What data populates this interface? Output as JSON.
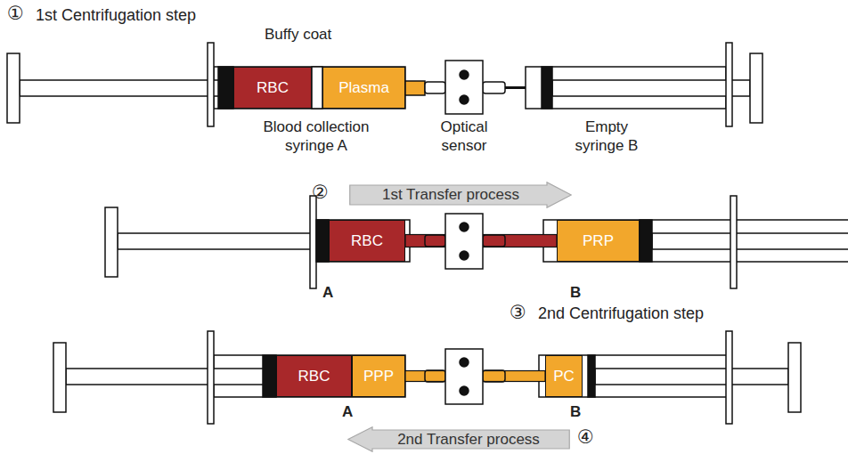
{
  "diagram": {
    "nodes": [
      {
        "text": [
          "RBC"
        ]
      },
      {
        "text": [
          "Plasma"
        ]
      },
      {
        "text": [
          "1st Transfer process"
        ]
      },
      {
        "text": [
          "RBC"
        ]
      },
      {
        "text": [
          "PRP"
        ]
      },
      {
        "text": [
          "RBC"
        ]
      },
      {
        "text": [
          "PPP"
        ]
      },
      {
        "text": [
          "PC"
        ]
      },
      {
        "text": [
          "2nd Transfer process"
        ]
      }
    ],
    "edges": [
      {
        "from": 3,
        "to": 4,
        "arrow": "none"
      },
      {
        "from": 6,
        "to": 7,
        "arrow": "none"
      }
    ],
    "labels": [
      "①",
      "1st Centrifugation step",
      "Buffy coat",
      "Blood collection syringe A",
      "Optical sensor",
      "Empty syringe B",
      "②",
      "A",
      "B",
      "③",
      "2nd Centrifugation step",
      "A",
      "B",
      "④"
    ]
  }
}
